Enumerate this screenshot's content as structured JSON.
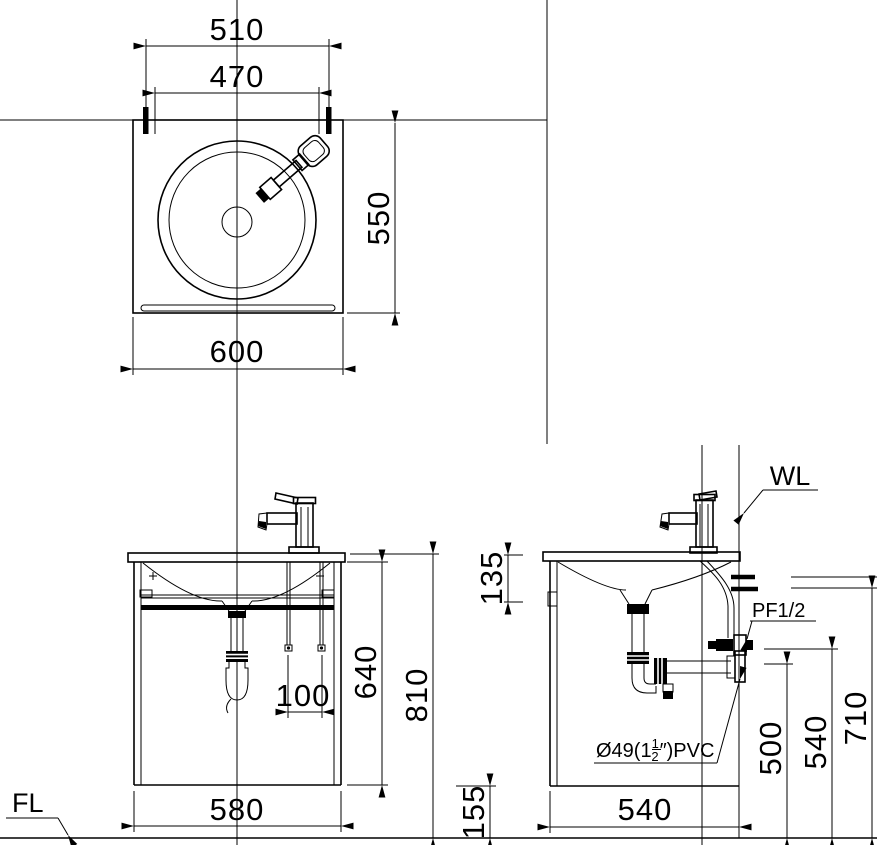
{
  "drawing": {
    "labels": {
      "wall_line": "WL",
      "floor_line": "FL",
      "supply_spec": "PF1/2",
      "pvc_prefix": "Ø49(1",
      "pvc_frac_num": "1",
      "pvc_frac_den": "2",
      "pvc_suffix": "″)PVC"
    },
    "dims": {
      "d510": "510",
      "d470": "470",
      "d550": "550",
      "d600": "600",
      "d640": "640",
      "d810": "810",
      "d135": "135",
      "d155": "155",
      "d580": "580",
      "d100": "100",
      "d500": "500",
      "d540v": "540",
      "d710": "710",
      "d540h": "540"
    }
  }
}
